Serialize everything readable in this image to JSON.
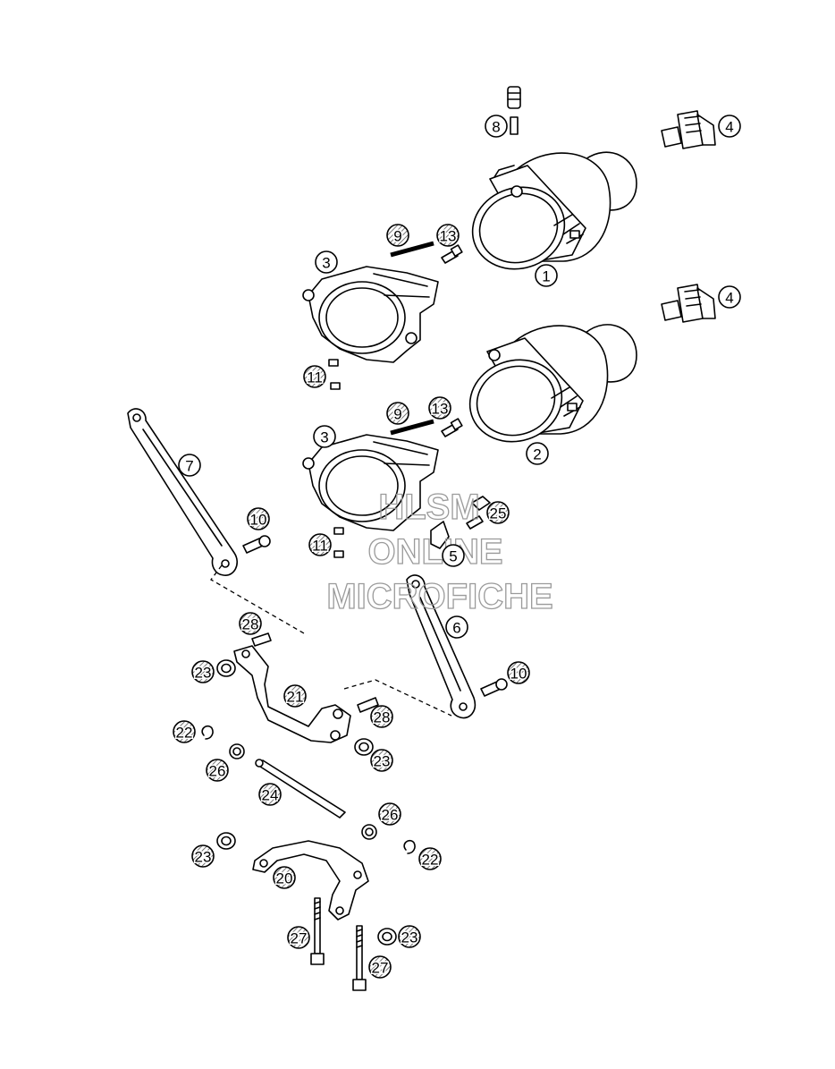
{
  "callouts": [
    {
      "label": "1",
      "style": "open"
    },
    {
      "label": "2",
      "style": "open"
    },
    {
      "label": "3",
      "style": "open"
    },
    {
      "label": "3",
      "style": "open"
    },
    {
      "label": "4",
      "style": "open"
    },
    {
      "label": "4",
      "style": "open"
    },
    {
      "label": "5",
      "style": "open"
    },
    {
      "label": "6",
      "style": "open"
    },
    {
      "label": "7",
      "style": "open"
    },
    {
      "label": "8",
      "style": "open"
    },
    {
      "label": "9",
      "style": "hatched"
    },
    {
      "label": "9",
      "style": "hatched"
    },
    {
      "label": "10",
      "style": "hatched"
    },
    {
      "label": "10",
      "style": "hatched"
    },
    {
      "label": "11",
      "style": "hatched"
    },
    {
      "label": "11",
      "style": "hatched"
    },
    {
      "label": "13",
      "style": "hatched"
    },
    {
      "label": "13",
      "style": "hatched"
    },
    {
      "label": "20",
      "style": "hatched"
    },
    {
      "label": "21",
      "style": "hatched"
    },
    {
      "label": "22",
      "style": "hatched"
    },
    {
      "label": "22",
      "style": "hatched"
    },
    {
      "label": "23",
      "style": "hatched"
    },
    {
      "label": "23",
      "style": "hatched"
    },
    {
      "label": "23",
      "style": "hatched"
    },
    {
      "label": "23",
      "style": "hatched"
    },
    {
      "label": "24",
      "style": "hatched"
    },
    {
      "label": "25",
      "style": "hatched"
    },
    {
      "label": "26",
      "style": "hatched"
    },
    {
      "label": "26",
      "style": "hatched"
    },
    {
      "label": "27",
      "style": "hatched"
    },
    {
      "label": "27",
      "style": "hatched"
    },
    {
      "label": "28",
      "style": "hatched"
    },
    {
      "label": "28",
      "style": "hatched"
    }
  ],
  "watermark": {
    "line1": "HLSM",
    "line2": "ONLINE",
    "line3": "MICROFICHE"
  },
  "colors": {
    "line": "#000000",
    "background": "#ffffff",
    "watermark": "#9a9a9a"
  }
}
